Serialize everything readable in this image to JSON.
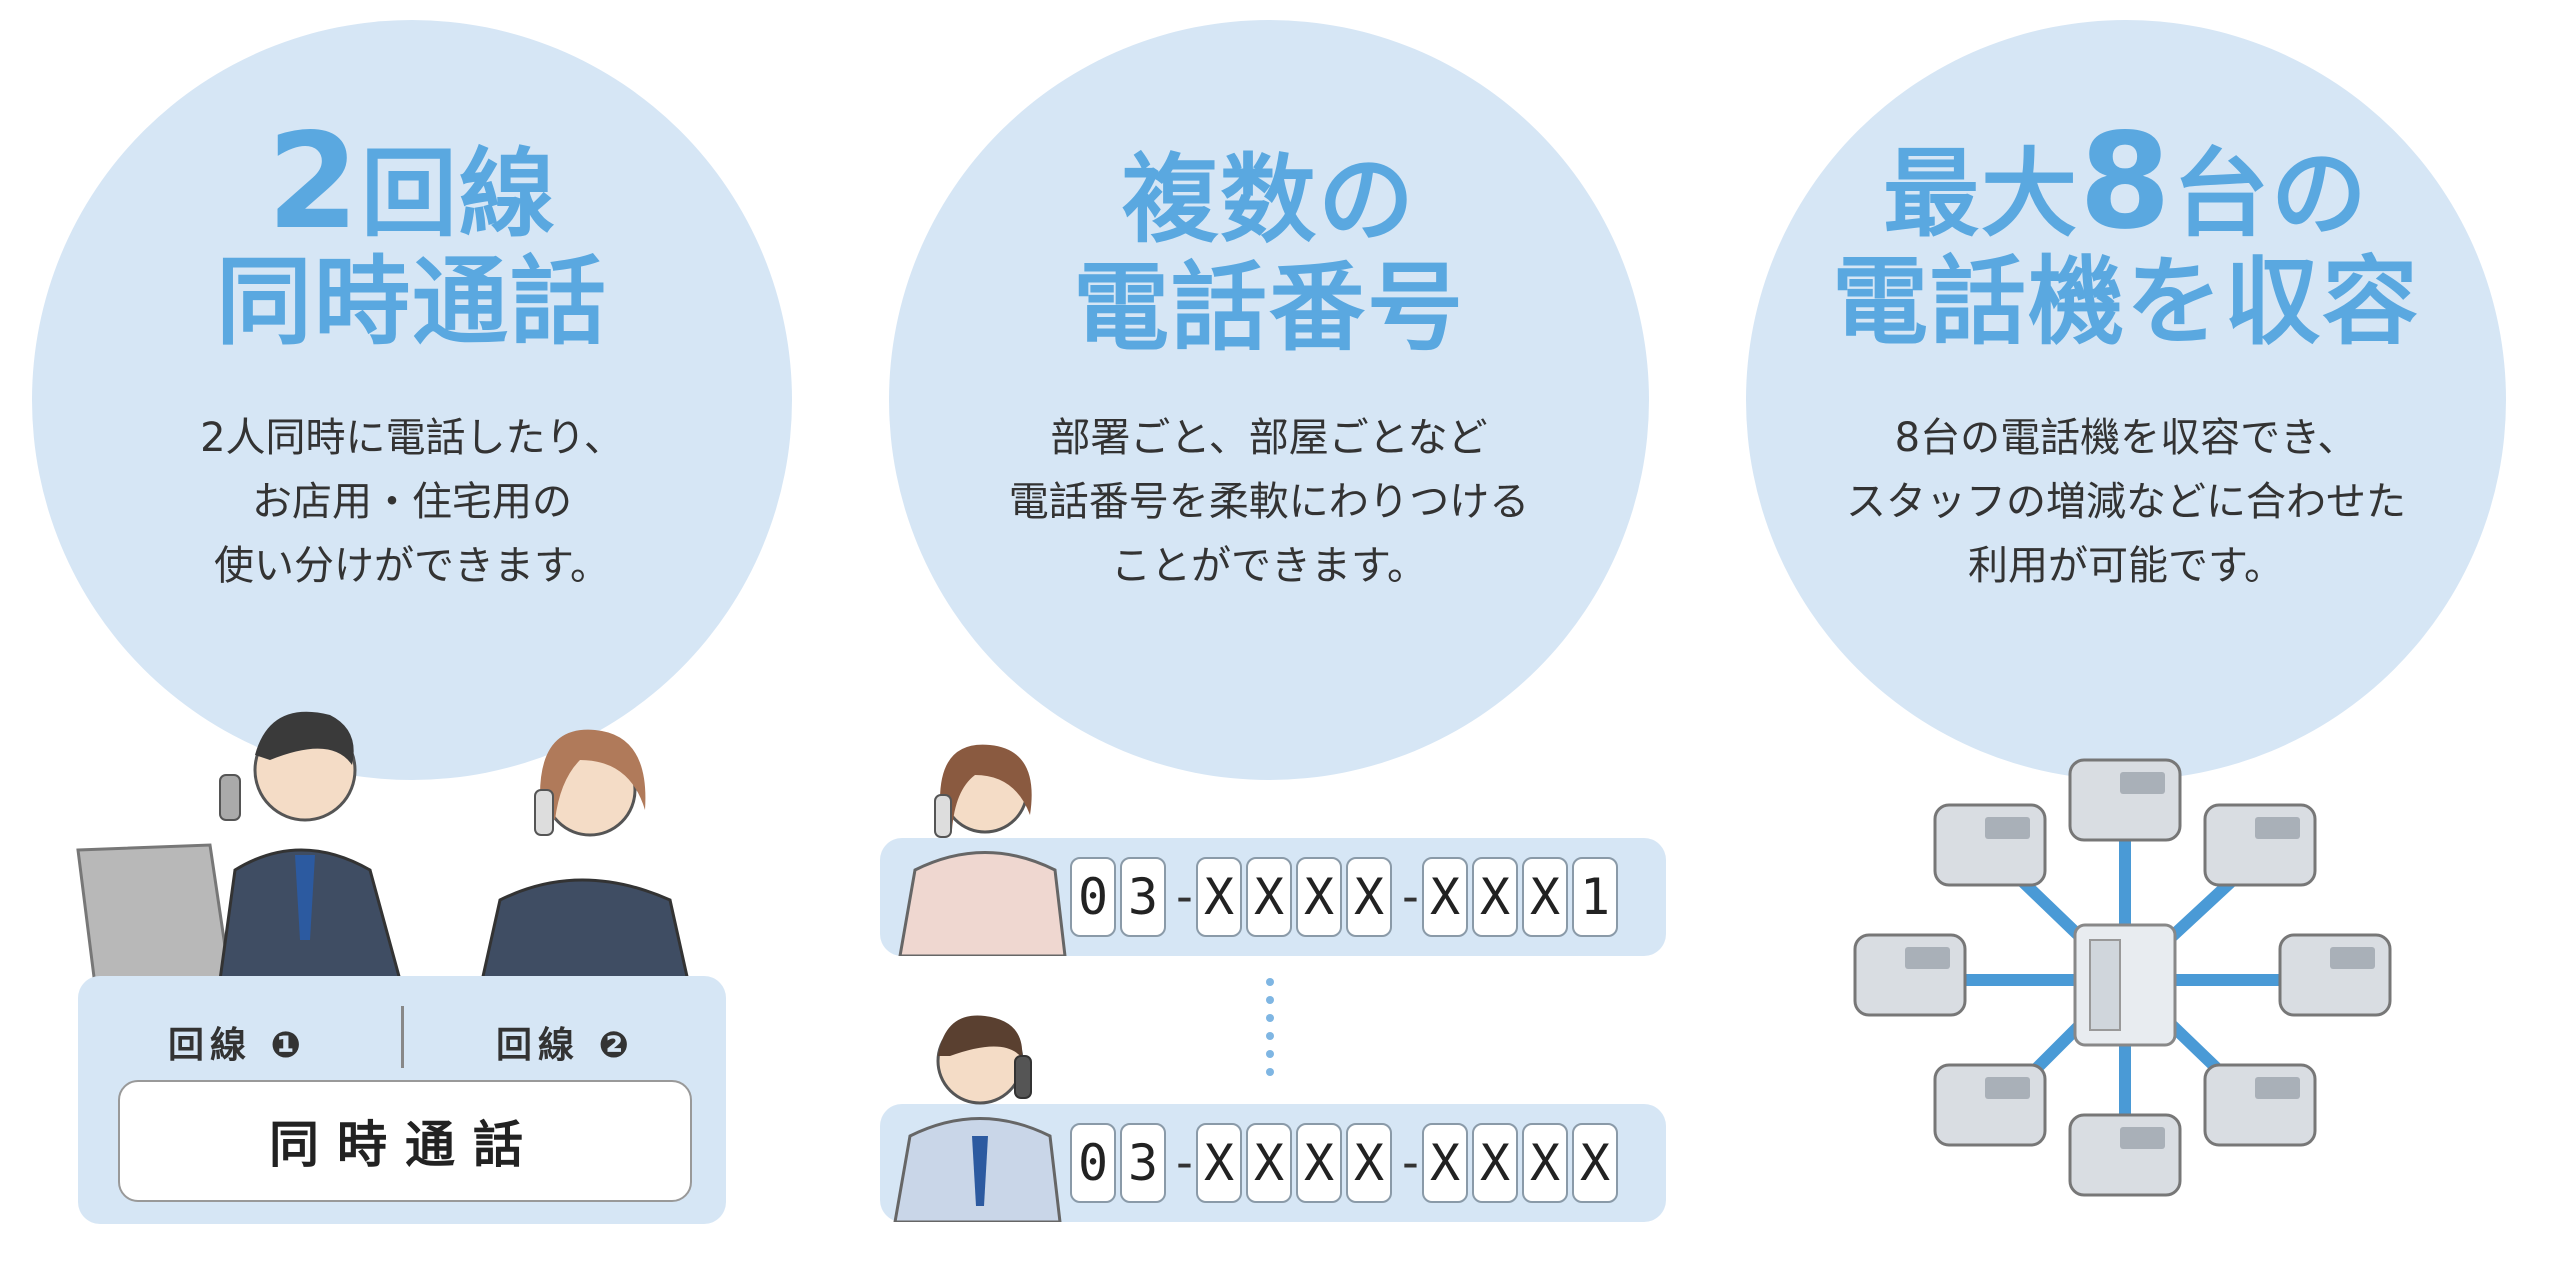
{
  "panels": [
    {
      "title_big": "2",
      "title_line1_rest": "回線",
      "title_line2": "同時通話",
      "desc": [
        "2人同時に電話したり、",
        "お店用・住宅用の",
        "使い分けができます。"
      ],
      "line1_label": "回線 ❶",
      "line2_label": "回線 ❷",
      "concurrent_label": "同時通話"
    },
    {
      "title_line1": "複数の",
      "title_line2": "電話番号",
      "desc": [
        "部署ごと、部屋ごとなど",
        "電話番号を柔軟にわりつける",
        "ことができます。"
      ],
      "numbers": [
        [
          "0",
          "3",
          "-",
          "X",
          "X",
          "X",
          "X",
          "-",
          "X",
          "X",
          "X",
          "1"
        ],
        [
          "0",
          "3",
          "-",
          "X",
          "X",
          "X",
          "X",
          "-",
          "X",
          "X",
          "X",
          "X"
        ]
      ]
    },
    {
      "title_pre": "最大",
      "title_big": "8",
      "title_post": "台の",
      "title_line2": "電話機を収容",
      "desc": [
        "8台の電話機を収容でき、",
        "スタッフの増減などに合わせた",
        "利用が可能です。"
      ]
    }
  ],
  "colors": {
    "circle": "#d6e6f5",
    "title": "#5aa8e0",
    "network_line": "#4a9ad6"
  }
}
